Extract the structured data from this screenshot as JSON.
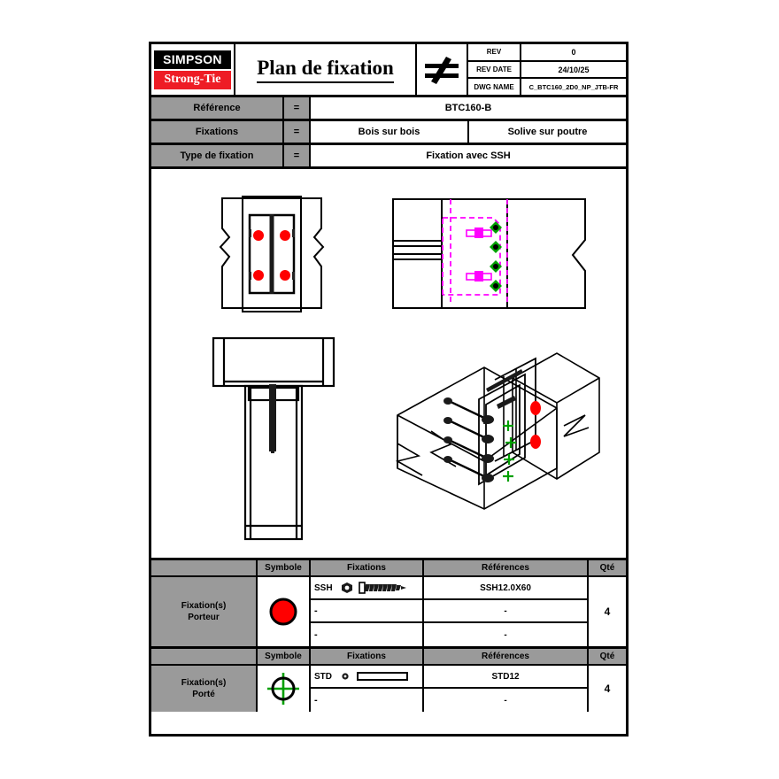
{
  "titleblock": {
    "logo_top": "SIMPSON",
    "logo_bottom": "Strong-Tie",
    "drawing_title": "Plan de fixation",
    "projection_symbol": "not-equal-projection-symbol",
    "rev_label": "REV",
    "rev_value": "0",
    "rev_date_label": "REV DATE",
    "rev_date_value": "24/10/25",
    "dwg_name_label": "DWG NAME",
    "dwg_name_value": "C_BTC160_2D0_NP_JTB-FR"
  },
  "spec": {
    "rows": [
      {
        "label": "Référence",
        "eq": "=",
        "values": [
          "BTC160-B"
        ]
      },
      {
        "label": "Fixations",
        "eq": "=",
        "values": [
          "Bois sur bois",
          "Solive sur poutre"
        ]
      },
      {
        "label": "Type de fixation",
        "eq": "=",
        "values": [
          "Fixation avec SSH"
        ]
      }
    ]
  },
  "drawings": {
    "front_view": "front-elevation-with-four-red-fastener-marks",
    "side_view": "side-section-with-magenta-hidden-outline-and-green-markers",
    "top_view": "top-plan-t-shaped-connector",
    "iso_view": "isometric-3d-assembly-beam-to-beam-connector"
  },
  "legends": [
    {
      "name": "Fixation(s)\nPorteur",
      "name_line1": "Fixation(s)",
      "name_line2": "Porteur",
      "headers": {
        "symbole": "Symbole",
        "fixations": "Fixations",
        "references": "Références",
        "qte": "Qté"
      },
      "symbol": "red-filled-circle",
      "symbol_color": "#ff0000",
      "rows": [
        {
          "tag": "SSH",
          "icon": "hex-head-wood-screw",
          "reference": "SSH12.0X60"
        },
        {
          "tag": "-",
          "icon": "none",
          "reference": "-"
        },
        {
          "tag": "-",
          "icon": "none",
          "reference": "-"
        }
      ],
      "qte": "4"
    },
    {
      "name_line1": "Fixation(s)",
      "name_line2": "Porté",
      "headers": {
        "symbole": "Symbole",
        "fixations": "Fixations",
        "references": "Références",
        "qte": "Qté"
      },
      "symbol": "green-crosshair-target",
      "symbol_color": "#00a000",
      "rows": [
        {
          "tag": "STD",
          "icon": "plain-dowel-bolt",
          "reference": "STD12"
        },
        {
          "tag": "-",
          "icon": "none",
          "reference": "-"
        }
      ],
      "qte": "4"
    }
  ],
  "colors": {
    "brand_red": "#ee1c25",
    "header_grey": "#9a9a9a",
    "marker_red": "#ff0000",
    "marker_green": "#00a000",
    "hidden_magenta": "#ff00ff"
  }
}
